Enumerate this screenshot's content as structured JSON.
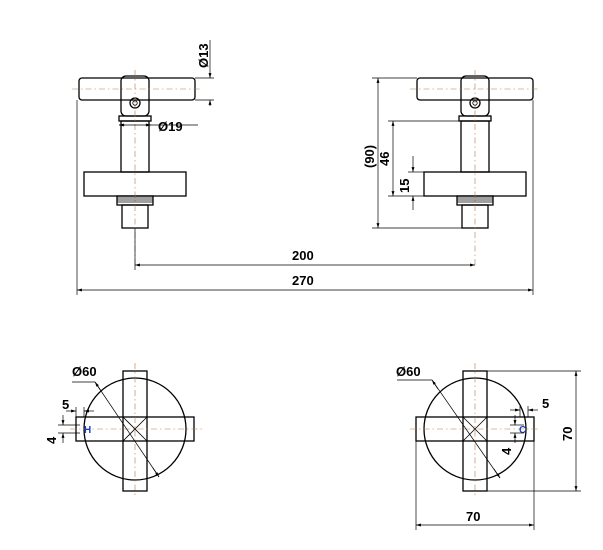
{
  "dimensions": {
    "dia_13": "Ø13",
    "dia_19": "Ø19",
    "len_90": "(90)",
    "len_46": "46",
    "len_15": "15",
    "len_200": "200",
    "len_270": "270",
    "dia_60_left": "Ø60",
    "dia_60_right": "Ø60",
    "w_5_left": "5",
    "w_4_left": "4",
    "w_5_right": "5",
    "w_4_right": "4",
    "h_70": "70",
    "w_70": "70"
  },
  "markers": {
    "hot": "H",
    "cold": "C"
  },
  "colors": {
    "line": "#000000",
    "centerline": "#b07a4a",
    "marker": "#1f3fbf"
  }
}
